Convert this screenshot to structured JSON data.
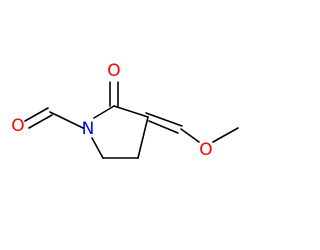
{
  "molecule": {
    "atoms": {
      "formyl_oxygen": {
        "symbol": "O",
        "color": "#ff0000"
      },
      "ring_nitrogen": {
        "symbol": "N",
        "color": "#0000ff"
      },
      "ketone_oxygen": {
        "symbol": "O",
        "color": "#ff0000"
      },
      "methoxy_oxygen": {
        "symbol": "O",
        "color": "#ff0000"
      }
    },
    "bond_color": "#000000"
  }
}
